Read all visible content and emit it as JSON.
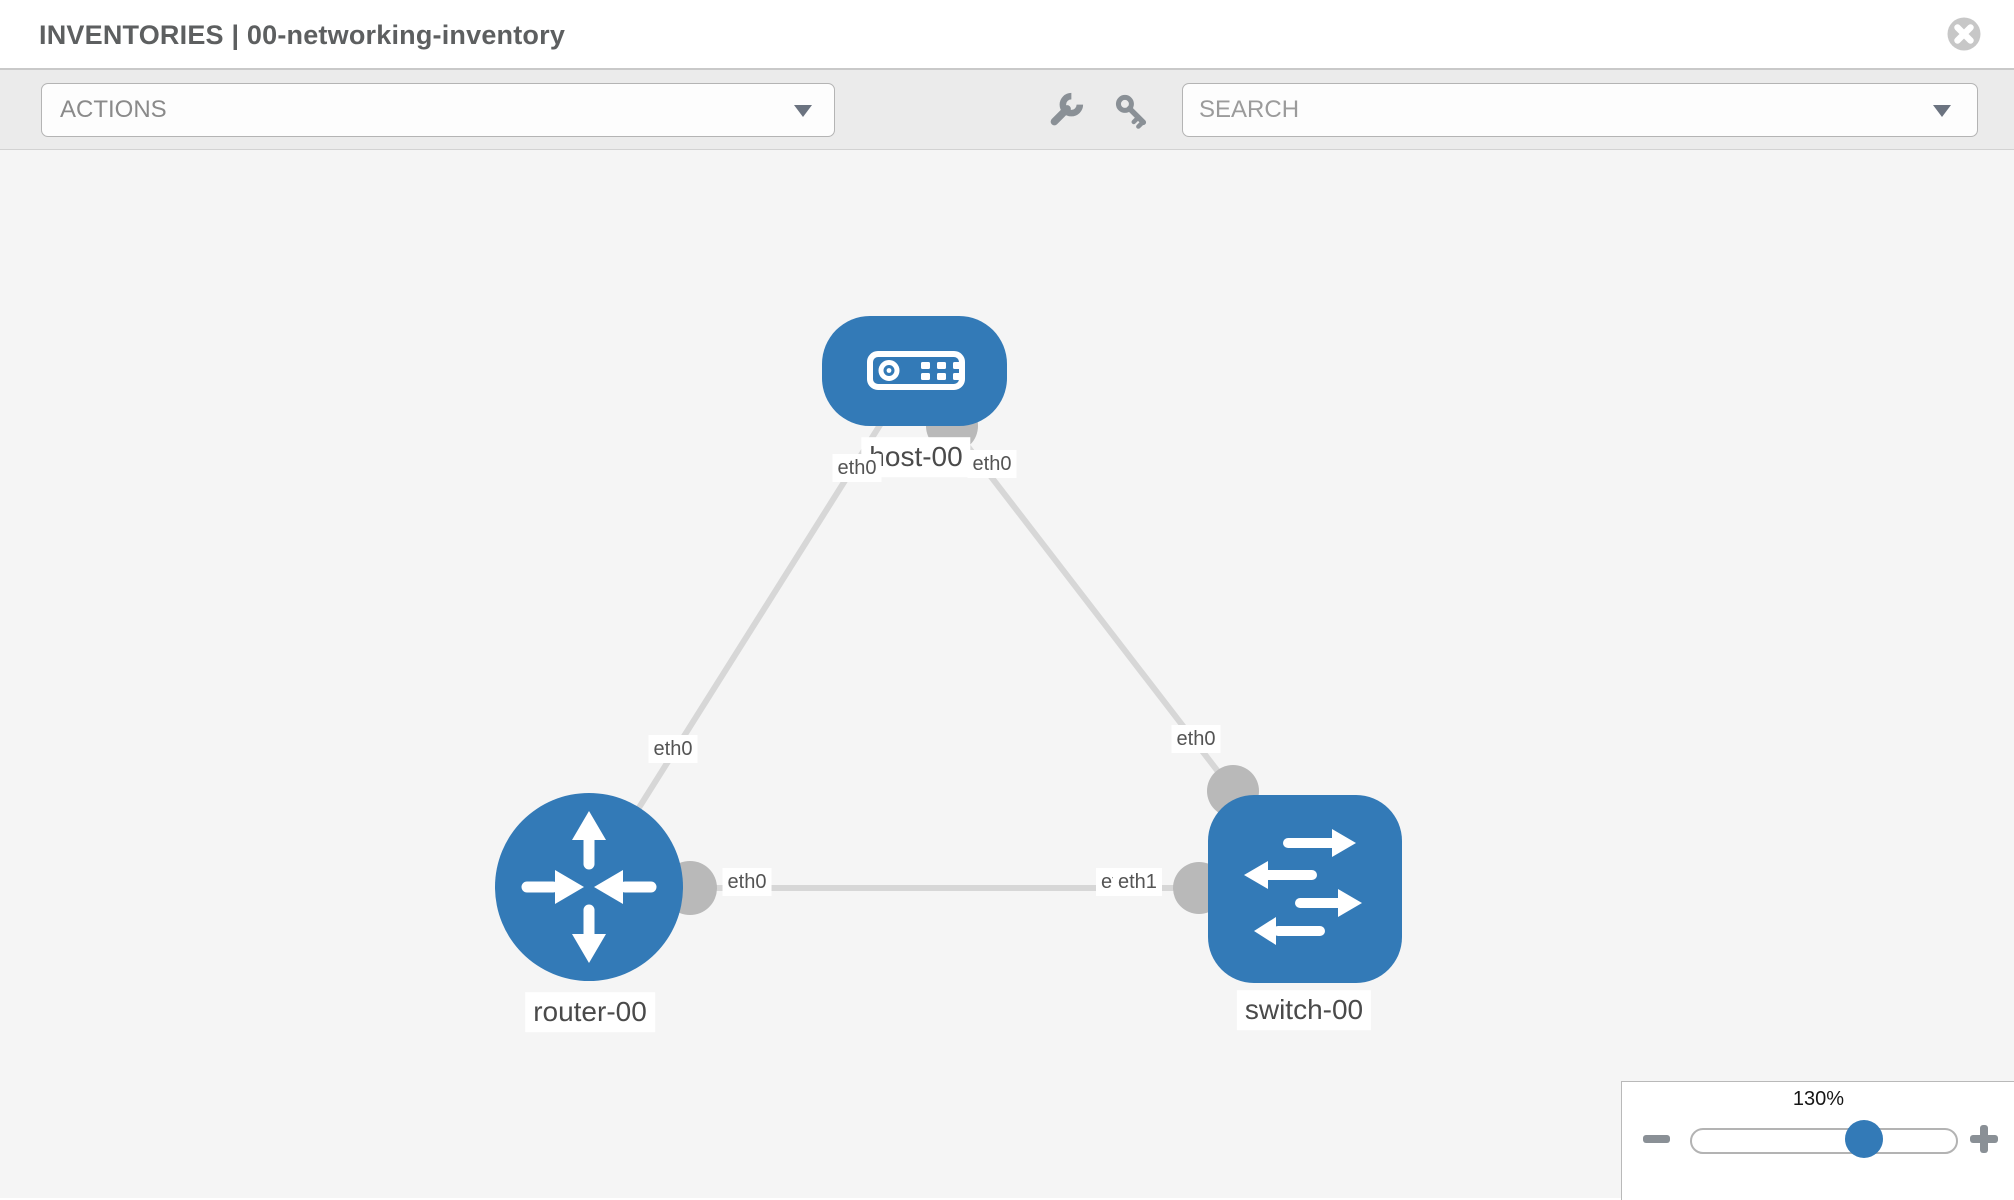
{
  "header": {
    "title": "INVENTORIES | 00-networking-inventory"
  },
  "toolbar": {
    "actions_label": "ACTIONS",
    "search_placeholder": "SEARCH",
    "icons": [
      "wrench-icon",
      "key-icon"
    ]
  },
  "topology": {
    "nodes": [
      {
        "id": "host-00",
        "type": "host",
        "label": "host-00"
      },
      {
        "id": "router-00",
        "type": "router",
        "label": "router-00"
      },
      {
        "id": "switch-00",
        "type": "switch",
        "label": "switch-00"
      }
    ],
    "links": [
      {
        "from": "router-00",
        "to": "host-00",
        "from_if": "eth0",
        "to_if": "eth0"
      },
      {
        "from": "switch-00",
        "to": "host-00",
        "from_if": "eth0",
        "to_if": "eth0"
      },
      {
        "from": "router-00",
        "to": "switch-00",
        "from_if": "eth0",
        "to_if": "eth1"
      }
    ],
    "iface_labels": {
      "host_left": "eth0",
      "host_right": "eth0",
      "router_host_mid": "eth0",
      "switch_top": "eth0",
      "router_right": "eth0",
      "switch_left_hidden": "eth0",
      "switch_left": "eth1"
    }
  },
  "zoom_control": {
    "percent": "130%"
  },
  "colors": {
    "node_fill": "#337ab7",
    "edge": "#d7d7d7",
    "connector": "#b9b9b9",
    "toolbar_bg": "#ebebeb",
    "canvas_bg": "#f5f5f5",
    "icon_gray": "#8a9096",
    "slider_thumb": "#337ab7"
  }
}
